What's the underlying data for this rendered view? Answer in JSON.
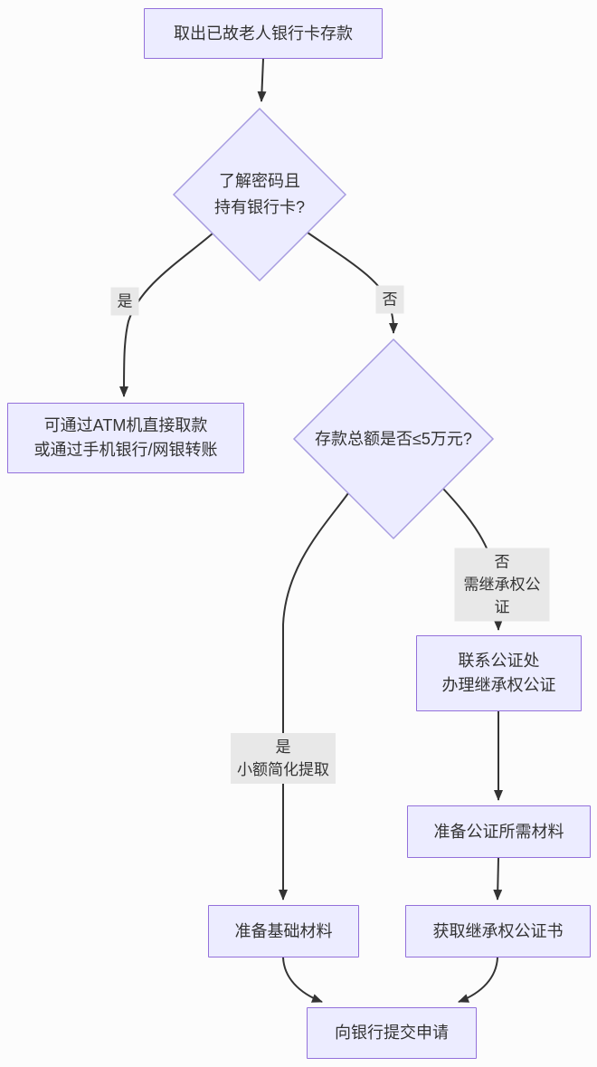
{
  "diagram": {
    "nodes": {
      "start": {
        "label": "取出已故老人银行卡存款"
      },
      "decision_password": {
        "label": "了解密码且\n持有银行卡?"
      },
      "atm": {
        "label": "可通过ATM机直接取款\n或通过手机银行/网银转账"
      },
      "decision_amount": {
        "label": "存款总额是否≤5万元?"
      },
      "notary_contact": {
        "label": "联系公证处\n办理继承权公证"
      },
      "notary_materials": {
        "label": "准备公证所需材料"
      },
      "basic_materials": {
        "label": "准备基础材料"
      },
      "certificate": {
        "label": "获取继承权公证书"
      },
      "submit": {
        "label": "向银行提交申请"
      }
    },
    "edge_labels": {
      "yes1": "是",
      "no1": "否",
      "yes2": "是\n小额简化提取",
      "no2": "否\n需继承权公证"
    },
    "colors": {
      "node_fill": "#ECECFF",
      "node_border": "#9370DB",
      "edge": "#333333",
      "edge_label_bg": "#e8e8e8",
      "text": "#333333",
      "background": "#fcfcfc"
    }
  }
}
